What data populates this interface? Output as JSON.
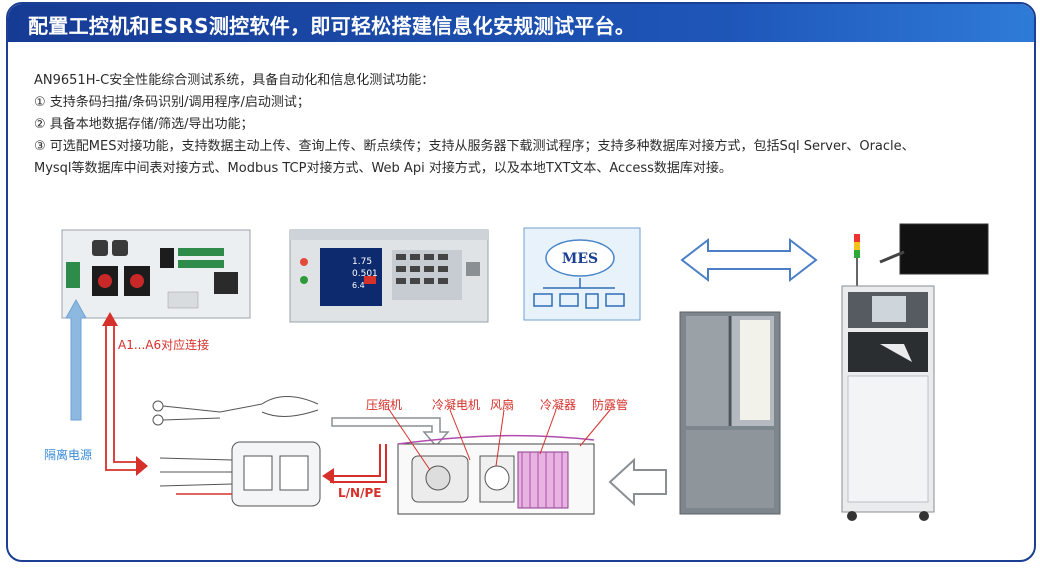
{
  "header": {
    "title": "配置工控机和ESRS测控软件，即可轻松搭建信息化安规测试平台。"
  },
  "intro": {
    "line1": "AN9651H-C安全性能综合测试系统，具备自动化和信息化测试功能：",
    "line2": "① 支持条码扫描/条码识别/调用程序/启动测试；",
    "line3": "② 具备本地数据存储/筛选/导出功能；",
    "line4": "③ 可选配MES对接功能，支持数据主动上传、查询上传、断点续传；支持从服务器下载测试程序；支持多种数据库对接方式，包括Sql Server、Oracle、",
    "line5": "Mysql等数据库中间表对接方式、Modbus TCP对接方式、Web Api 对接方式，以及本地TXT文本、Access数据库对接。"
  },
  "diagram": {
    "a1_a6_label": "A1...A6对应连接",
    "isolation_power_label": "隔离电源",
    "compressor_label": "压缩机",
    "condenser_motor_label": "冷凝电机",
    "fan_label": "风扇",
    "condenser_label": "冷凝器",
    "anti_condensation_label": "防露管",
    "lnpe_label": "L/N/PE",
    "mes_label": "MES",
    "instrument_screen": {
      "v1": "1.75",
      "v2": "0.501",
      "v3": "6.4"
    },
    "colors": {
      "arrow_red": "#d6302a",
      "arrow_blue": "#8db8e0",
      "brand_blue": "#1a3f93"
    }
  }
}
